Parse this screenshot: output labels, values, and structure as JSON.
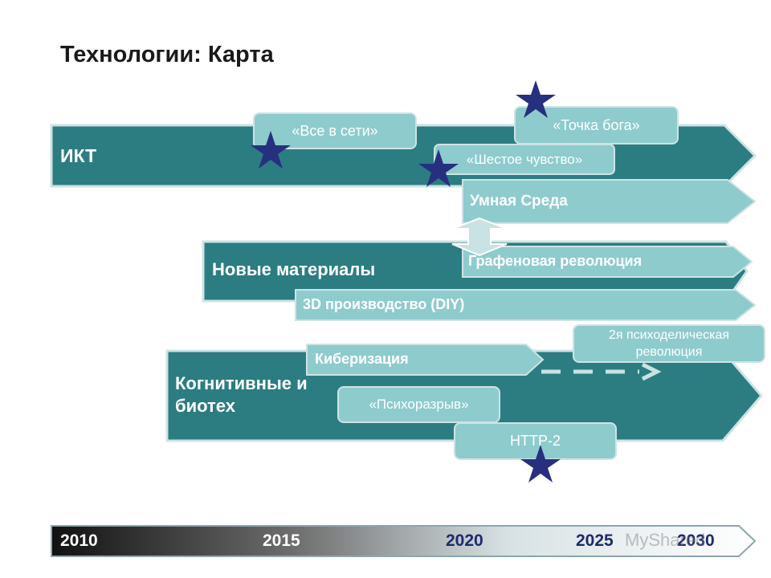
{
  "title": "Технологии: Карта",
  "tracks": {
    "ict": "ИКТ",
    "materials": "Новые материалы",
    "cognitive": "Когнитивные и биотех"
  },
  "items": {
    "all_online": "«Все в сети»",
    "god_point": "«Точка бога»",
    "sixth_sense": "«Шестое чувство»",
    "smart_env": "Умная Среда",
    "graphene": "Графеновая революция",
    "print3d": "3D производство (DIY)",
    "cyber": "Киберизация",
    "psychedelic": "2я психоделическая революция",
    "psychobreak": "«Психоразрыв»",
    "http2": "HTTP-2"
  },
  "timeline": {
    "years": [
      "2010",
      "2015",
      "2020",
      "2025",
      "2030"
    ]
  },
  "watermark": "MyShared",
  "colors": {
    "band": "#2b7d82",
    "band_border": "#cfe3e4",
    "box_fill": "#8ecbcd",
    "star": "#27307e"
  }
}
